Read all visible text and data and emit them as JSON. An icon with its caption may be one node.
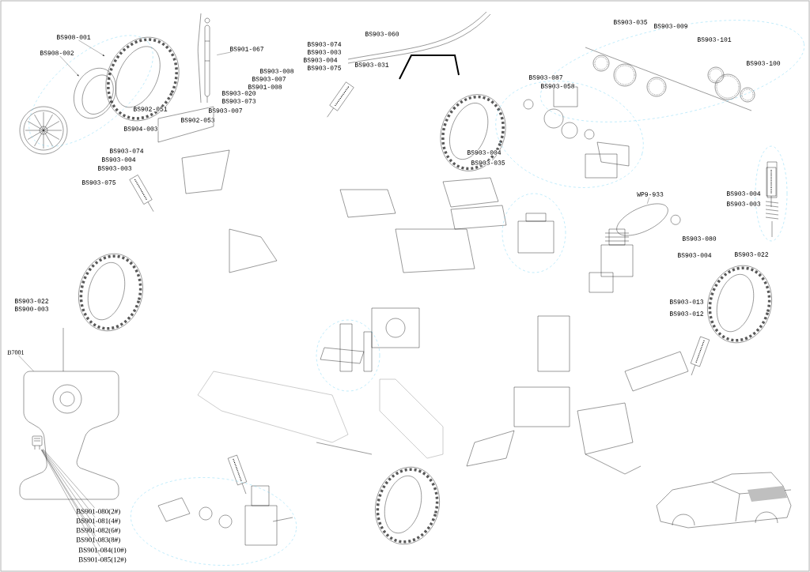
{
  "diagram": {
    "nodes": [
      {
        "text": [
          "BS908-001"
        ]
      },
      {
        "text": [],
        "shape": "picture"
      },
      {
        "text": [
          "BS908-002"
        ]
      },
      {
        "text": [],
        "shape": "picture"
      },
      {
        "text": [
          "BS901-067"
        ]
      },
      {
        "text": [],
        "shape": "picture"
      },
      {
        "text": [
          "B7001"
        ]
      },
      {
        "text": [],
        "shape": "picture"
      },
      {
        "text": [
          "BS901-080(2#)"
        ]
      },
      {
        "text": [
          "BS901-081(4#)"
        ]
      },
      {
        "text": [
          "BS901-082(6#)"
        ]
      },
      {
        "text": [
          "BS901-083(8#)"
        ]
      },
      {
        "text": [
          "BS901-084(10#)"
        ]
      },
      {
        "text": [
          "BS901-085(12#)"
        ]
      },
      {
        "text": [],
        "shape": "picture"
      },
      {
        "text": [
          "WP9-933"
        ]
      },
      {
        "text": [],
        "shape": "picture"
      }
    ],
    "edges": [
      {
        "from": 0,
        "to": 1,
        "arrow": "to"
      },
      {
        "from": 2,
        "to": 3,
        "arrow": "to"
      },
      {
        "from": 4,
        "to": 5,
        "arrow": "none"
      },
      {
        "from": 6,
        "to": 7,
        "arrow": "none"
      },
      {
        "from": 8,
        "to": 14,
        "arrow": "none"
      },
      {
        "from": 9,
        "to": 14,
        "arrow": "none"
      },
      {
        "from": 10,
        "to": 14,
        "arrow": "none"
      },
      {
        "from": 11,
        "to": 14,
        "arrow": "none"
      },
      {
        "from": 12,
        "to": 14,
        "arrow": "none"
      },
      {
        "from": 13,
        "to": 14,
        "arrow": "none"
      },
      {
        "from": 15,
        "to": 16,
        "arrow": "none"
      }
    ],
    "labels": [
      "BS903-060",
      "BS903-074",
      "BS903-003",
      "BS903-004",
      "BS903-075",
      "BS903-031",
      "BS903-008",
      "BS903-007",
      "BS901-008",
      "BS903-020",
      "BS903-073",
      "BS903-007",
      "BS902-051",
      "BS902-053",
      "BS904-003",
      "BS903-074",
      "BS903-004",
      "BS903-003",
      "BS903-075",
      "BS903-035",
      "BS903-009",
      "BS903-101",
      "BS903-100",
      "BS903-087",
      "BS903-058",
      "BS903-004",
      "BS903-035",
      "BS903-004",
      "BS903-003",
      "BS903-080",
      "BS903-004",
      "BS903-022",
      "BS903-013",
      "BS903-012",
      "BS903-022",
      "BS900-003"
    ]
  }
}
